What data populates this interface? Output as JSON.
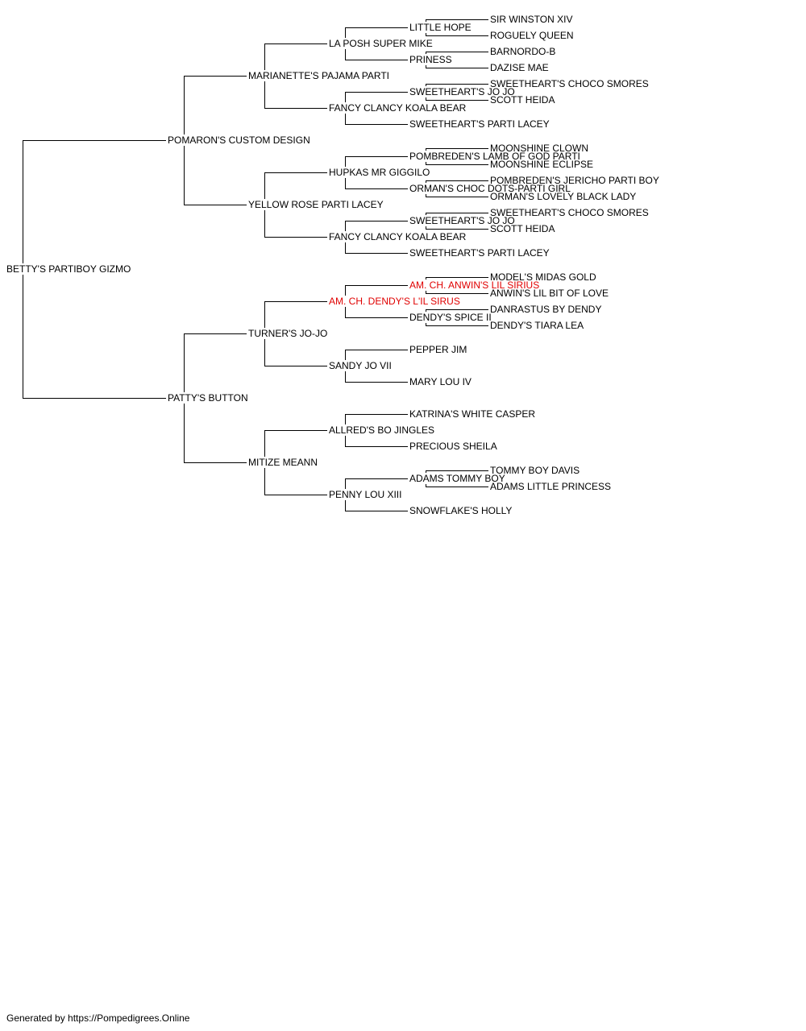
{
  "pedigree": {
    "subject": "BETTY'S PARTIBOY GIZMO",
    "nodes": [
      {
        "id": "gizmo",
        "name": "BETTY'S PARTIBOY GIZMO",
        "generation": 0,
        "champion": false
      },
      {
        "id": "pomaron",
        "name": "POMARON'S CUSTOM DESIGN",
        "generation": 1,
        "champion": false,
        "parent": "gizmo"
      },
      {
        "id": "patty",
        "name": "PATTY'S BUTTON",
        "generation": 1,
        "champion": false,
        "parent": "gizmo"
      },
      {
        "id": "marianette",
        "name": "MARIANETTE'S PAJAMA PARTI",
        "generation": 2,
        "champion": false,
        "parent": "pomaron"
      },
      {
        "id": "yellowrose",
        "name": "YELLOW ROSE PARTI LACEY",
        "generation": 2,
        "champion": false,
        "parent": "pomaron"
      },
      {
        "id": "turner",
        "name": "TURNER'S JO-JO",
        "generation": 2,
        "champion": false,
        "parent": "patty"
      },
      {
        "id": "mitize",
        "name": "MITIZE MEANN",
        "generation": 2,
        "champion": false,
        "parent": "patty"
      },
      {
        "id": "laposh",
        "name": "LA POSH SUPER MIKE",
        "generation": 3,
        "champion": false,
        "parent": "marianette"
      },
      {
        "id": "fancy1",
        "name": "FANCY CLANCY KOALA BEAR",
        "generation": 3,
        "champion": false,
        "parent": "marianette"
      },
      {
        "id": "hupkas",
        "name": "HUPKAS MR GIGGILO",
        "generation": 3,
        "champion": false,
        "parent": "yellowrose"
      },
      {
        "id": "fancy2",
        "name": "FANCY CLANCY KOALA BEAR",
        "generation": 3,
        "champion": false,
        "parent": "yellowrose"
      },
      {
        "id": "dendy",
        "name": "AM. CH. DENDY'S L'IL SIRUS",
        "generation": 3,
        "champion": true,
        "parent": "turner"
      },
      {
        "id": "sandy",
        "name": "SANDY JO VII",
        "generation": 3,
        "champion": false,
        "parent": "turner"
      },
      {
        "id": "allred",
        "name": "ALLRED'S BO JINGLES",
        "generation": 3,
        "champion": false,
        "parent": "mitize"
      },
      {
        "id": "pennylou",
        "name": "PENNY LOU XIII",
        "generation": 3,
        "champion": false,
        "parent": "mitize"
      },
      {
        "id": "littlehope",
        "name": "LITTLE HOPE",
        "generation": 4,
        "champion": false,
        "parent": "laposh"
      },
      {
        "id": "priness",
        "name": "PRINESS",
        "generation": 4,
        "champion": false,
        "parent": "laposh"
      },
      {
        "id": "swjojo1",
        "name": "SWEETHEART'S JO JO",
        "generation": 4,
        "champion": false,
        "parent": "fancy1"
      },
      {
        "id": "swlacey1",
        "name": "SWEETHEART'S PARTI LACEY",
        "generation": 4,
        "champion": false,
        "parent": "fancy1"
      },
      {
        "id": "pombreden",
        "name": "POMBREDEN'S LAMB OF GOD PARTI",
        "generation": 4,
        "champion": false,
        "parent": "hupkas"
      },
      {
        "id": "ormanchoc",
        "name": "ORMAN'S CHOC DOTS-PARTI GIRL",
        "generation": 4,
        "champion": false,
        "parent": "hupkas"
      },
      {
        "id": "swjojo2",
        "name": "SWEETHEART'S JO JO",
        "generation": 4,
        "champion": false,
        "parent": "fancy2"
      },
      {
        "id": "swlacey2",
        "name": "SWEETHEART'S PARTI LACEY",
        "generation": 4,
        "champion": false,
        "parent": "fancy2"
      },
      {
        "id": "anwin",
        "name": "AM. CH. ANWIN'S LIL SIRIUS",
        "generation": 4,
        "champion": true,
        "parent": "dendy"
      },
      {
        "id": "dendyspice",
        "name": "DENDY'S SPICE II",
        "generation": 4,
        "champion": false,
        "parent": "dendy"
      },
      {
        "id": "pepperjim",
        "name": "PEPPER JIM",
        "generation": 4,
        "champion": false,
        "parent": "sandy"
      },
      {
        "id": "maryloui",
        "name": "MARY LOU IV",
        "generation": 4,
        "champion": false,
        "parent": "sandy"
      },
      {
        "id": "katrina",
        "name": "KATRINA'S WHITE CASPER",
        "generation": 4,
        "champion": false,
        "parent": "allred"
      },
      {
        "id": "precious",
        "name": "PRECIOUS SHEILA",
        "generation": 4,
        "champion": false,
        "parent": "allred"
      },
      {
        "id": "adamstommy",
        "name": "ADAMS TOMMY BOY",
        "generation": 4,
        "champion": false,
        "parent": "pennylou"
      },
      {
        "id": "snowflake",
        "name": "SNOWFLAKE'S HOLLY",
        "generation": 4,
        "champion": false,
        "parent": "pennylou"
      },
      {
        "id": "winston",
        "name": "SIR WINSTON XIV",
        "generation": 5,
        "champion": false,
        "parent": "littlehope"
      },
      {
        "id": "roguely",
        "name": "ROGUELY QUEEN",
        "generation": 5,
        "champion": false,
        "parent": "littlehope"
      },
      {
        "id": "barnordo",
        "name": "BARNORDO-B",
        "generation": 5,
        "champion": false,
        "parent": "priness"
      },
      {
        "id": "dazise",
        "name": "DAZISE MAE",
        "generation": 5,
        "champion": false,
        "parent": "priness"
      },
      {
        "id": "chocsmores1",
        "name": "SWEETHEART'S CHOCO SMORES",
        "generation": 5,
        "champion": false,
        "parent": "swjojo1"
      },
      {
        "id": "scott1",
        "name": "SCOTT HEIDA",
        "generation": 5,
        "champion": false,
        "parent": "swjojo1"
      },
      {
        "id": "mclown",
        "name": "MOONSHINE CLOWN",
        "generation": 5,
        "champion": false,
        "parent": "pombreden"
      },
      {
        "id": "meclipse",
        "name": "MOONSHINE ECLIPSE",
        "generation": 5,
        "champion": false,
        "parent": "pombreden"
      },
      {
        "id": "jericho",
        "name": "POMBREDEN'S JERICHO PARTI BOY",
        "generation": 5,
        "champion": false,
        "parent": "ormanchoc"
      },
      {
        "id": "ormanlovely",
        "name": "ORMAN'S LOVELY BLACK LADY",
        "generation": 5,
        "champion": false,
        "parent": "ormanchoc"
      },
      {
        "id": "chocsmores2",
        "name": "SWEETHEART'S CHOCO SMORES",
        "generation": 5,
        "champion": false,
        "parent": "swjojo2"
      },
      {
        "id": "scott2",
        "name": "SCOTT HEIDA",
        "generation": 5,
        "champion": false,
        "parent": "swjojo2"
      },
      {
        "id": "midas",
        "name": "MODEL'S MIDAS GOLD",
        "generation": 5,
        "champion": false,
        "parent": "anwin"
      },
      {
        "id": "anwinlove",
        "name": "ANWIN'S LIL BIT OF LOVE",
        "generation": 5,
        "champion": false,
        "parent": "anwin"
      },
      {
        "id": "danrastus",
        "name": "DANRASTUS BY DENDY",
        "generation": 5,
        "champion": false,
        "parent": "dendyspice"
      },
      {
        "id": "tiara",
        "name": "DENDY'S TIARA LEA",
        "generation": 5,
        "champion": false,
        "parent": "dendyspice"
      },
      {
        "id": "tommydavis",
        "name": "TOMMY BOY DAVIS",
        "generation": 5,
        "champion": false,
        "parent": "adamstommy"
      },
      {
        "id": "adamsprincess",
        "name": "ADAMS LITTLE PRINCESS",
        "generation": 5,
        "champion": false,
        "parent": "adamstommy"
      }
    ]
  },
  "colors": {
    "line": "#000000",
    "text": "#000000",
    "champion": "#e00000"
  },
  "footer": {
    "text": "Generated by https://Pompedigrees.Online"
  }
}
